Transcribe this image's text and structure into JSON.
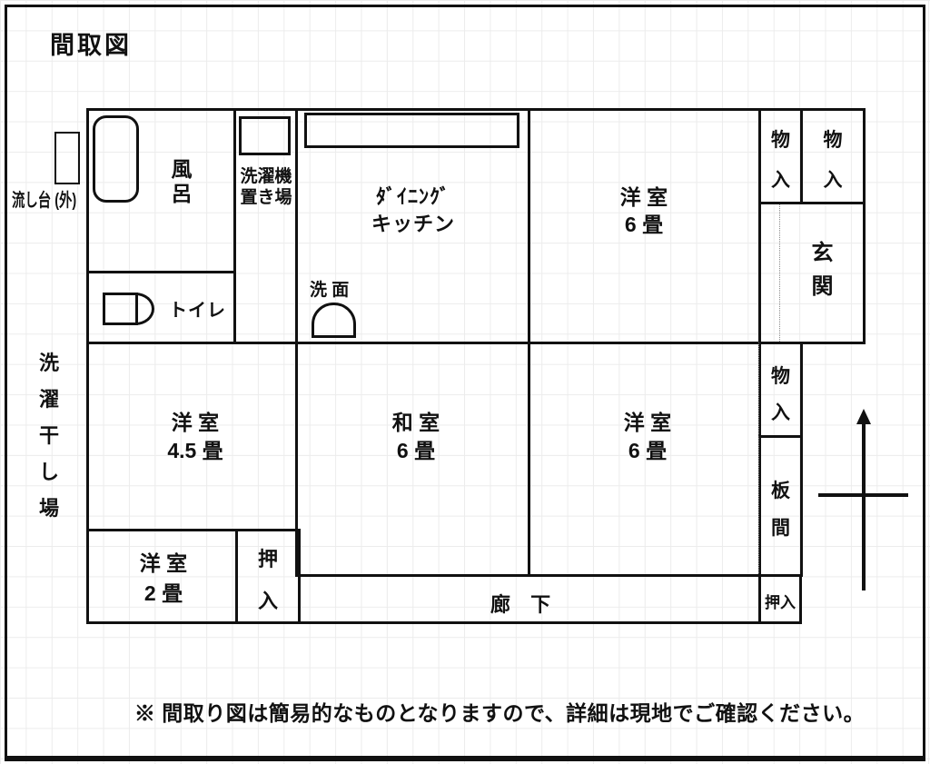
{
  "page": {
    "title": "間取図",
    "note": "※ 間取り図は簡易的なものとなりますので、詳細は現地でご確認ください。"
  },
  "rooms": {
    "bath": "風\n呂",
    "washer_area": "洗濯機\n置き場",
    "dining_kitchen": "ﾀﾞｲﾆﾝｸﾞ\nキッチン",
    "washbasin": "洗 面",
    "western_room_6_top": "洋 室\n6 畳",
    "storage_top_left": "物\n入",
    "storage_top_right": "物\n入",
    "entrance": "玄\n関",
    "toilet": "トイレ",
    "sink_outside": "流し台 (外)",
    "laundry_drying_area": "洗\n濯\n干\nし\n場",
    "western_room_45": "洋 室\n4.5 畳",
    "japanese_room_6": "和 室\n6 畳",
    "western_room_6_mid": "洋 室\n6 畳",
    "storage_mid": "物\n入",
    "board_floor": "板\n間",
    "western_room_2": "洋 室\n2 畳",
    "closet": "押\n入",
    "corridor": "廊 下",
    "closet_small": "押入"
  },
  "colors": {
    "wall": "#111111",
    "grid": "#ececec",
    "background": "#ffffff"
  }
}
